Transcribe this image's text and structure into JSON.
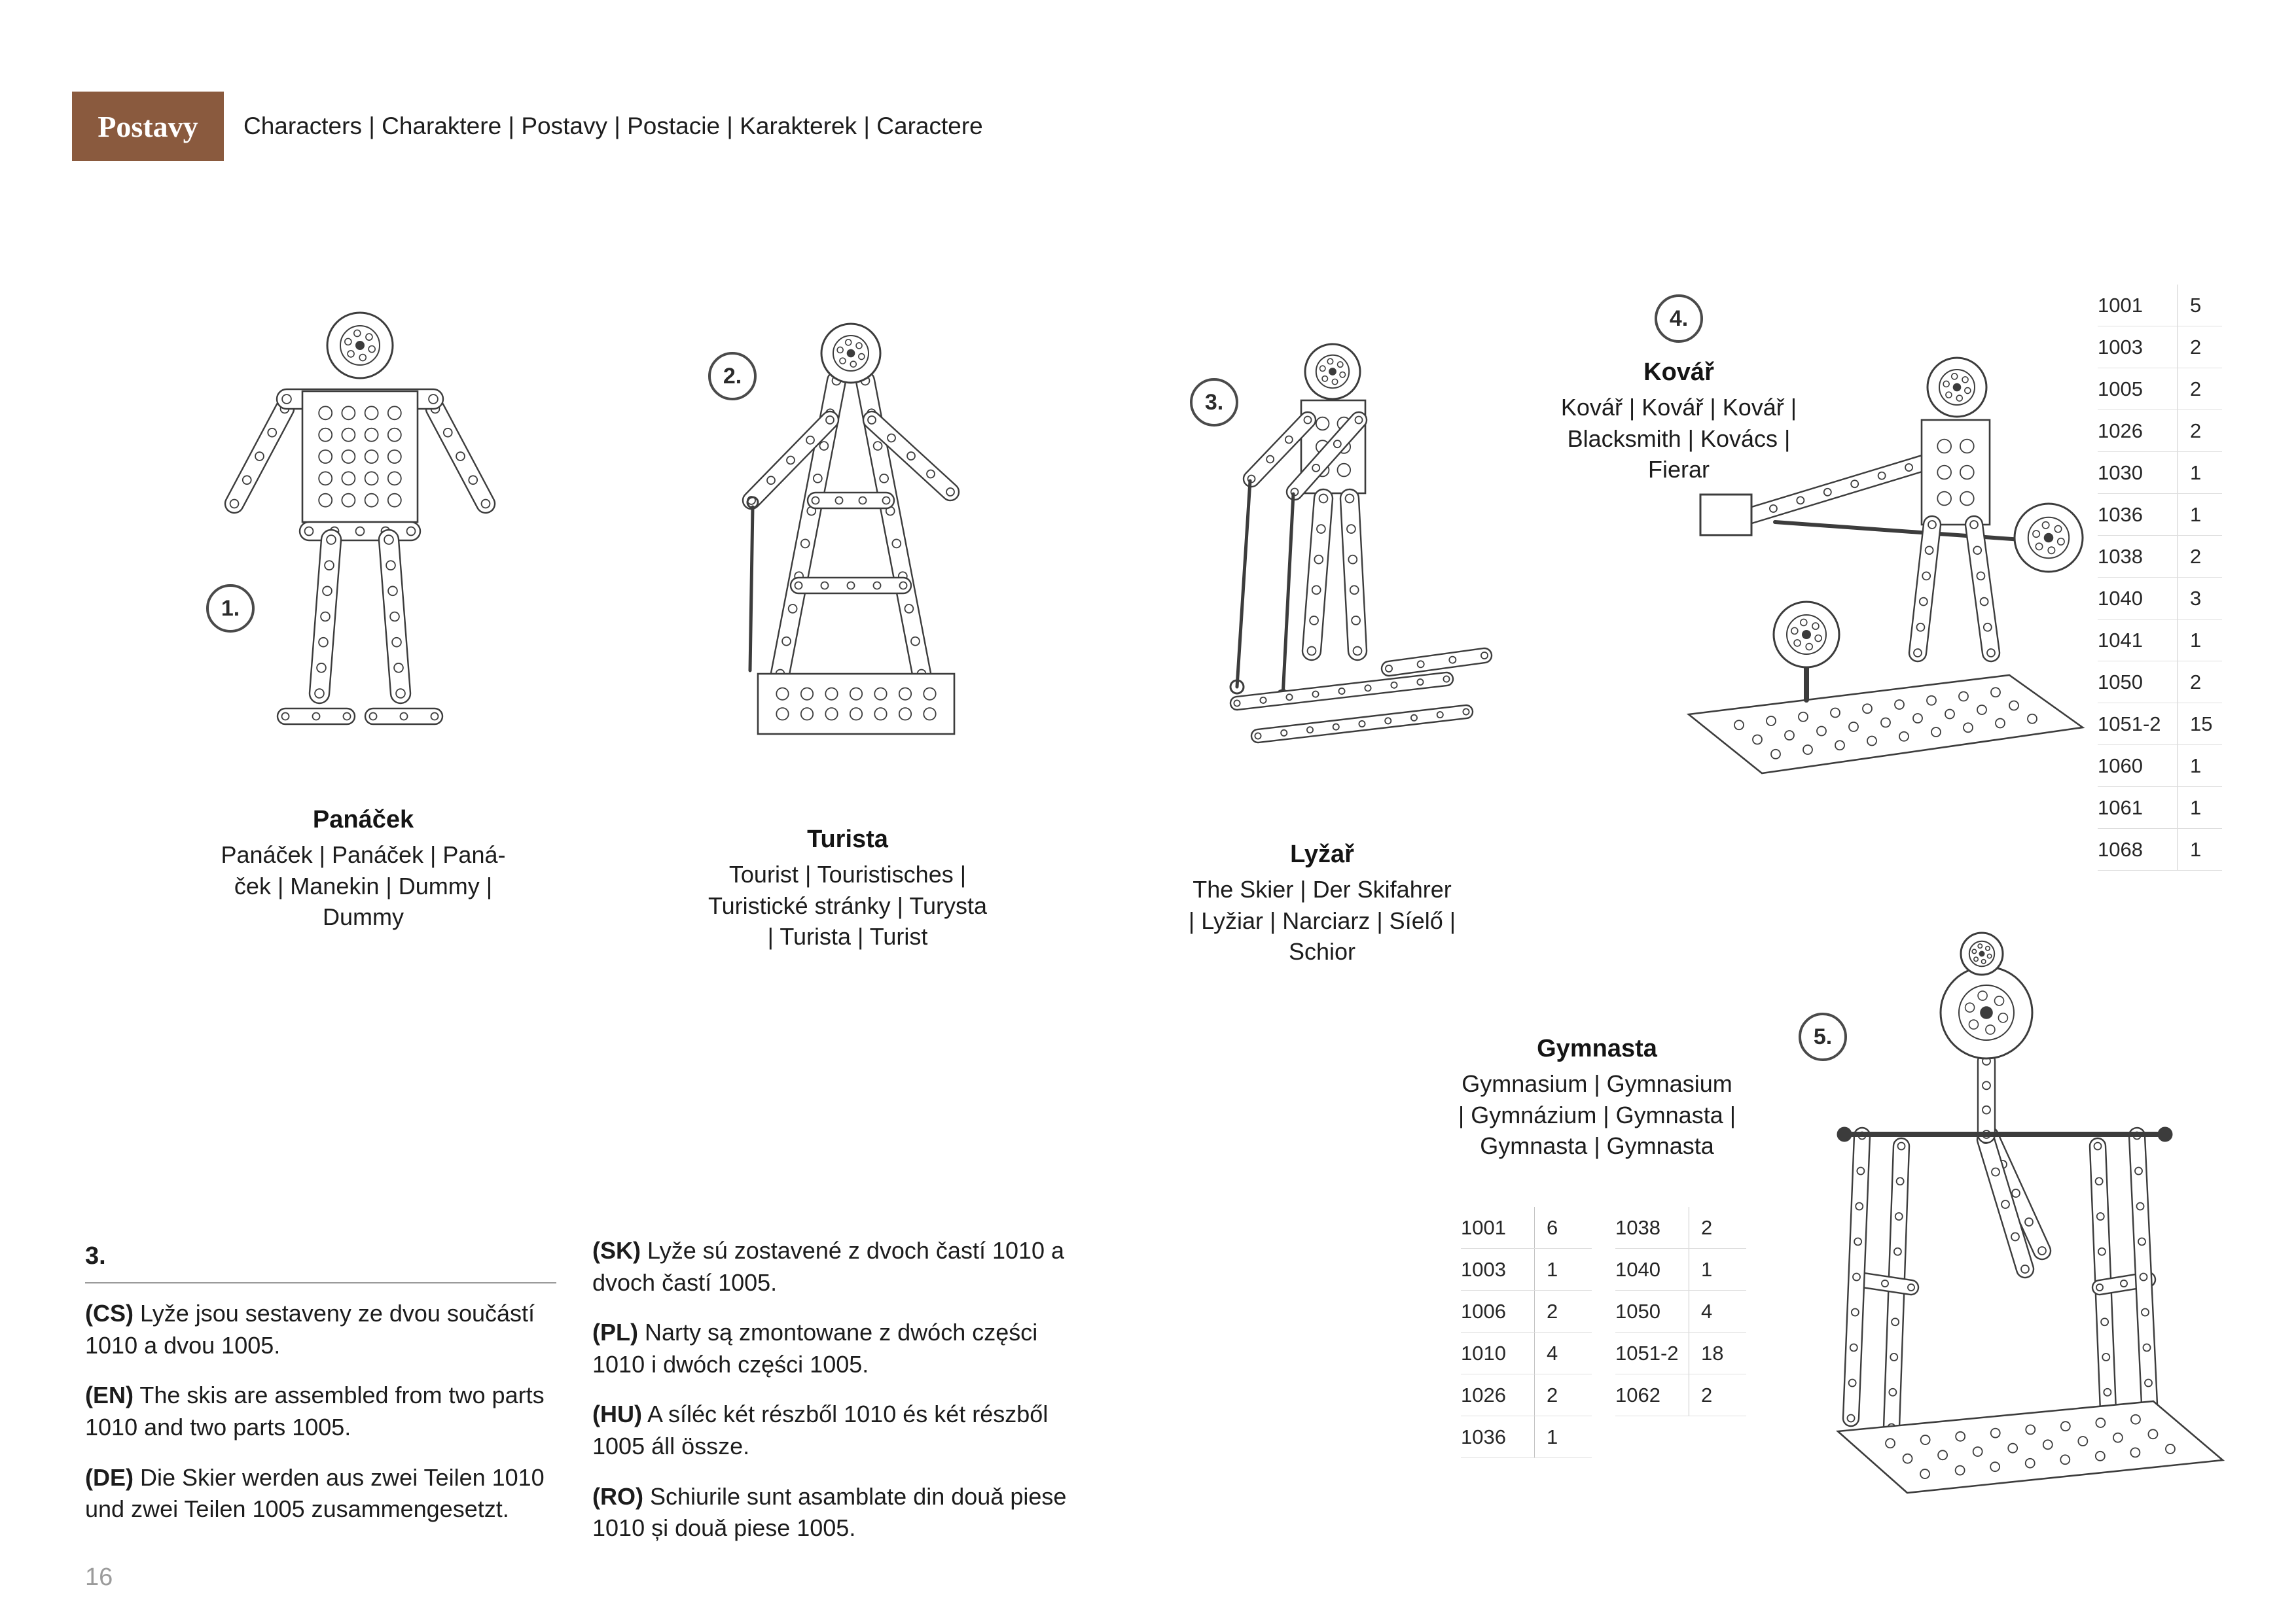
{
  "page": {
    "number": "16"
  },
  "header": {
    "badge_label": "Postavy",
    "badge_color": "#8a5a3e",
    "subtitle": "Characters | Charaktere | Postavy | Postacie | Karakterek | Caractere"
  },
  "figures": [
    {
      "number": "1.",
      "title": "Panáček",
      "caption": "Panáček | Panáček | Paná-\nček | Manekin | Dummy |\nDummy",
      "illustration": "dummy-construction-figure"
    },
    {
      "number": "2.",
      "title": "Turista",
      "caption": "Tourist | Touristisches |\nTuristické stránky | Turysta\n| Turista | Turist",
      "illustration": "tourist-construction-figure"
    },
    {
      "number": "3.",
      "title": "Lyžař",
      "caption": "The Skier | Der Skifahrer\n| Lyžiar | Narciarz | Síelő |\nSchior",
      "illustration": "skier-construction-figure"
    },
    {
      "number": "4.",
      "title": "Kovář",
      "caption": "Kovář | Kovář | Kovář |\nBlacksmith | Kovács |\nFierar",
      "illustration": "blacksmith-construction-figure"
    },
    {
      "number": "5.",
      "title": "Gymnasta",
      "caption": "Gymnasium | Gymnasium\n| Gymnázium | Gymnasta |\nGymnasta | Gymnasta",
      "illustration": "gymnast-construction-figure"
    }
  ],
  "parts_list_main": {
    "rows": [
      {
        "part": "1001",
        "qty": "5"
      },
      {
        "part": "1003",
        "qty": "2"
      },
      {
        "part": "1005",
        "qty": "2"
      },
      {
        "part": "1026",
        "qty": "2"
      },
      {
        "part": "1030",
        "qty": "1"
      },
      {
        "part": "1036",
        "qty": "1"
      },
      {
        "part": "1038",
        "qty": "2"
      },
      {
        "part": "1040",
        "qty": "3"
      },
      {
        "part": "1041",
        "qty": "1"
      },
      {
        "part": "1050",
        "qty": "2"
      },
      {
        "part": "1051-2",
        "qty": "15"
      },
      {
        "part": "1060",
        "qty": "1"
      },
      {
        "part": "1061",
        "qty": "1"
      },
      {
        "part": "1068",
        "qty": "1"
      }
    ]
  },
  "parts_list_gymnasta": {
    "left_rows": [
      {
        "part": "1001",
        "qty": "6"
      },
      {
        "part": "1003",
        "qty": "1"
      },
      {
        "part": "1006",
        "qty": "2"
      },
      {
        "part": "1010",
        "qty": "4"
      },
      {
        "part": "1026",
        "qty": "2"
      },
      {
        "part": "1036",
        "qty": "1"
      }
    ],
    "right_rows": [
      {
        "part": "1038",
        "qty": "2"
      },
      {
        "part": "1040",
        "qty": "1"
      },
      {
        "part": "1050",
        "qty": "4"
      },
      {
        "part": "1051-2",
        "qty": "18"
      },
      {
        "part": "1062",
        "qty": "2"
      }
    ]
  },
  "instructions": {
    "section_number": "3.",
    "column_left": [
      {
        "lang": "(CS)",
        "text": "Lyže jsou sestaveny ze dvou součástí 1010 a dvou 1005."
      },
      {
        "lang": "(EN)",
        "text": "The skis are assembled from two parts 1010 and two parts 1005."
      },
      {
        "lang": "(DE)",
        "text": "Die Skier werden aus zwei Teilen 1010 und zwei Teilen 1005 zusammengesetzt."
      }
    ],
    "column_right": [
      {
        "lang": "(SK)",
        "text": "Lyže sú zostavené z dvoch častí 1010 a dvoch častí 1005."
      },
      {
        "lang": "(PL)",
        "text": "Narty są zmontowane z dwóch części 1010 i dwóch części 1005."
      },
      {
        "lang": "(HU)",
        "text": "A síléc két részből 1010 és két részből 1005 áll össze."
      },
      {
        "lang": "(RO)",
        "text": "Schiurile sunt asamblate din douǎ piese 1010 și douǎ piese 1005."
      }
    ]
  }
}
